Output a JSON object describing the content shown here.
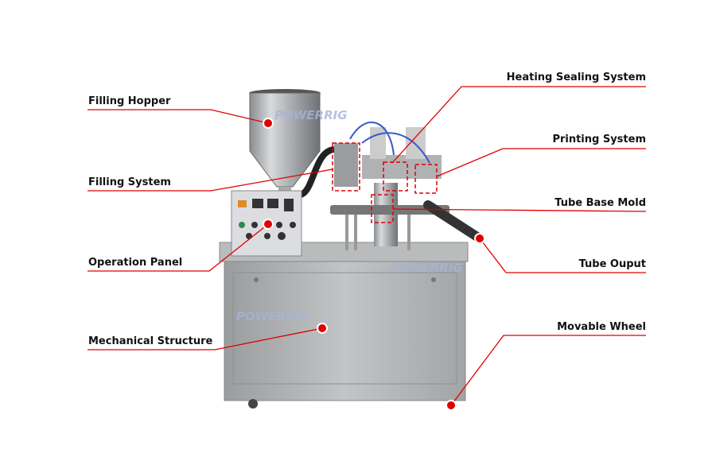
{
  "watermark": "POWERRIG",
  "accent_color": "#e00000",
  "labels": {
    "filling_hopper": "Filling Hopper",
    "filling_system": "Filling System",
    "operation_panel": "Operation Panel",
    "mechanical_structure": "Mechanical Structure",
    "heating_sealing_system": "Heating Sealing System",
    "printing_system": "Printing System",
    "tube_base_mold": "Tube Base Mold",
    "tube_output": "Tube Ouput",
    "movable_wheel": "Movable Wheel"
  }
}
